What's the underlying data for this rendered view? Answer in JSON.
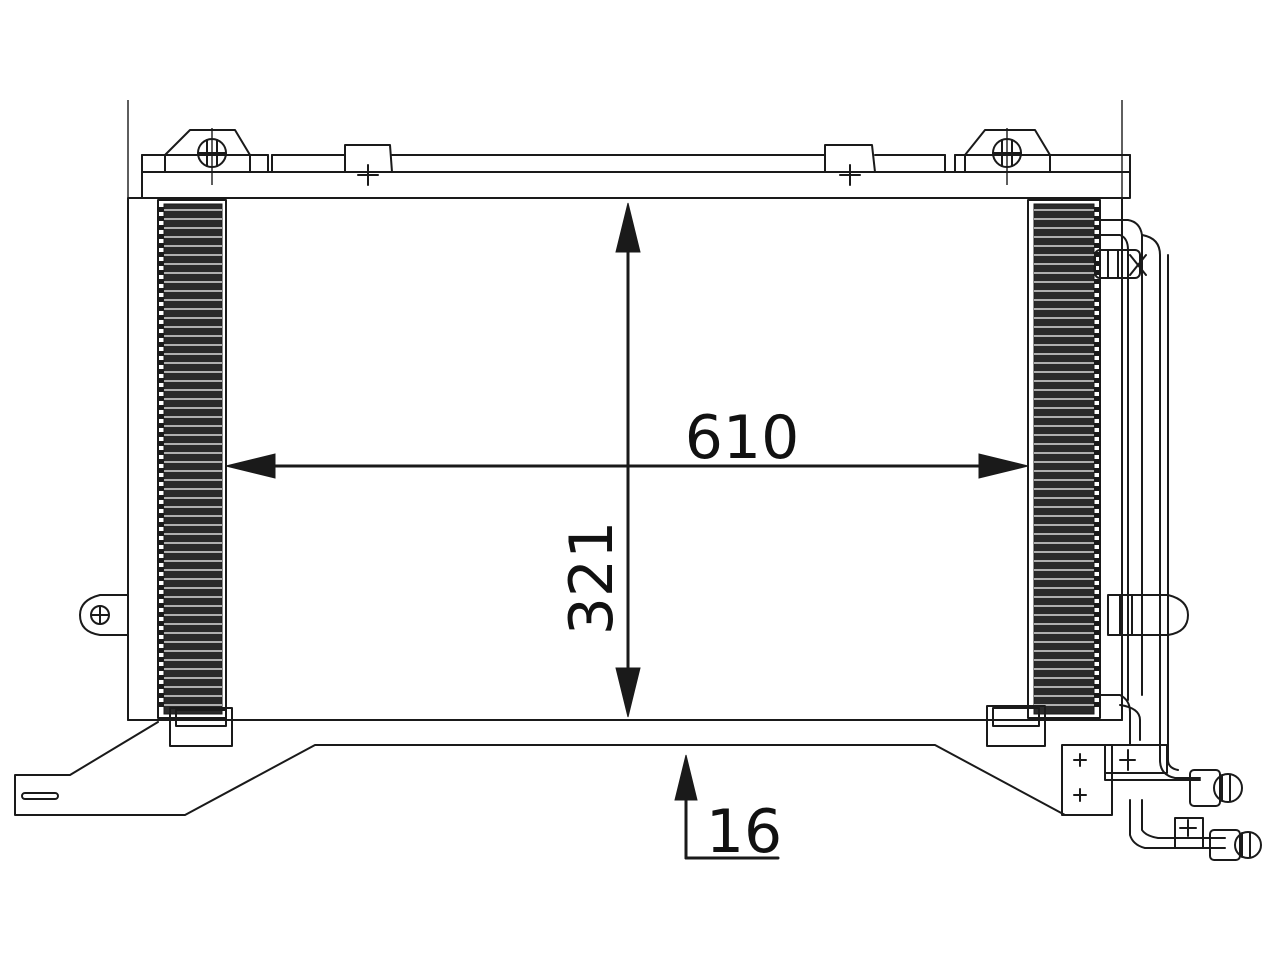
{
  "dimensions": {
    "width": {
      "value": "610"
    },
    "height": {
      "value": "321"
    },
    "thickness": {
      "value": "16"
    }
  },
  "colors": {
    "stroke": "#1a1a1a",
    "background": "#ffffff"
  }
}
